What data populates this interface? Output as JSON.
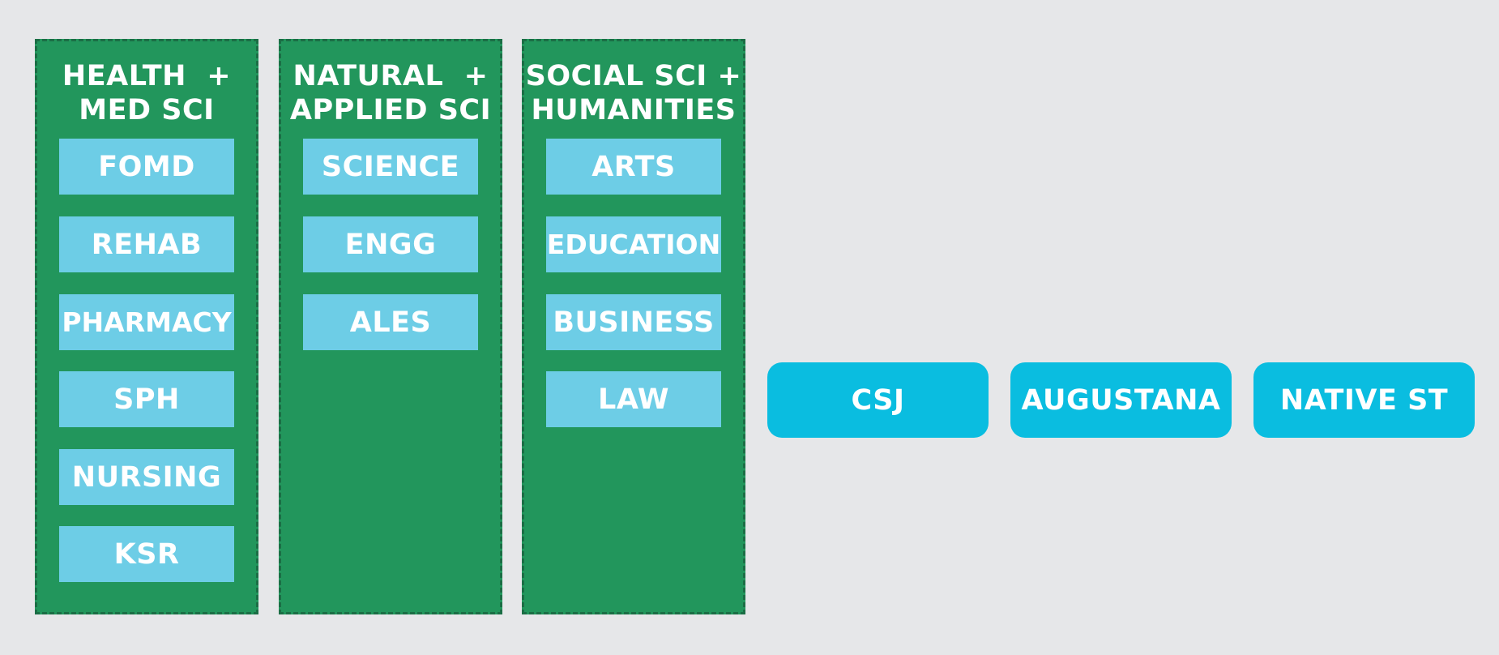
{
  "colors": {
    "background": "#e6e7e9",
    "group_fill": "#22965c",
    "group_border": "#1b6e45",
    "unit_fill": "#6dcde6",
    "standalone_fill": "#0abde0",
    "text": "#ffffff"
  },
  "groups": [
    {
      "title": "HEALTH  +\nMED SCI",
      "units": [
        "FOMD",
        "REHAB",
        "PHARMACY",
        "SPH",
        "NURSING",
        "KSR"
      ]
    },
    {
      "title": "NATURAL  +\nAPPLIED SCI",
      "units": [
        "SCIENCE",
        "ENGG",
        "ALES"
      ]
    },
    {
      "title": "SOCIAL SCI +\nHUMANITIES",
      "units": [
        "ARTS",
        "EDUCATION",
        "BUSINESS",
        "LAW"
      ]
    }
  ],
  "standalone": [
    "CSJ",
    "AUGUSTANA",
    "NATIVE ST"
  ]
}
